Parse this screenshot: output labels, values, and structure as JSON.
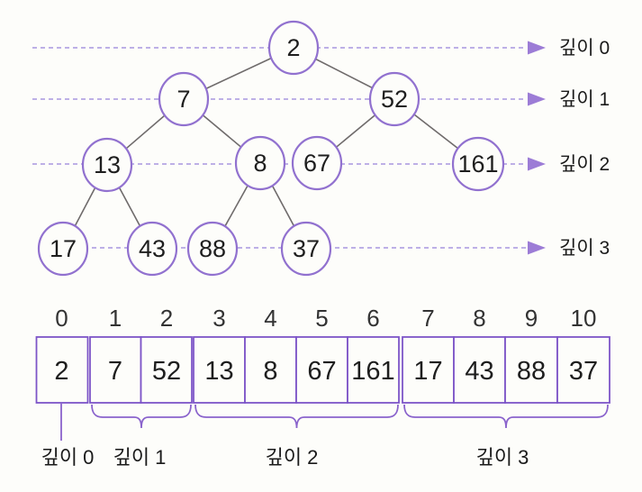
{
  "figure": {
    "description_labels": {
      "depth0": "깊이 0",
      "depth1": "깊이 1",
      "depth2": "깊이 2",
      "depth3": "깊이 3"
    }
  },
  "tree": {
    "nodes": [
      {
        "value": "2",
        "depth": 0
      },
      {
        "value": "7",
        "depth": 1
      },
      {
        "value": "52",
        "depth": 1
      },
      {
        "value": "13",
        "depth": 2
      },
      {
        "value": "8",
        "depth": 2
      },
      {
        "value": "67",
        "depth": 2
      },
      {
        "value": "161",
        "depth": 2
      },
      {
        "value": "17",
        "depth": 3
      },
      {
        "value": "43",
        "depth": 3
      },
      {
        "value": "88",
        "depth": 3
      },
      {
        "value": "37",
        "depth": 3
      }
    ],
    "edges": [
      [
        "2",
        "7"
      ],
      [
        "2",
        "52"
      ],
      [
        "7",
        "13"
      ],
      [
        "7",
        "8"
      ],
      [
        "52",
        "67"
      ],
      [
        "52",
        "161"
      ],
      [
        "13",
        "17"
      ],
      [
        "13",
        "43"
      ],
      [
        "8",
        "88"
      ],
      [
        "8",
        "37"
      ]
    ]
  },
  "depth_markers": [
    {
      "label": "깊이 0"
    },
    {
      "label": "깊이 1"
    },
    {
      "label": "깊이 2"
    },
    {
      "label": "깊이 3"
    }
  ],
  "array": {
    "indices": [
      "0",
      "1",
      "2",
      "3",
      "4",
      "5",
      "6",
      "7",
      "8",
      "9",
      "10"
    ],
    "values": [
      "2",
      "7",
      "52",
      "13",
      "8",
      "67",
      "161",
      "17",
      "43",
      "88",
      "37"
    ],
    "groups": [
      {
        "label": "깊이 0",
        "start": 0,
        "end": 0
      },
      {
        "label": "깊이 1",
        "start": 1,
        "end": 2
      },
      {
        "label": "깊이 2",
        "start": 3,
        "end": 6
      },
      {
        "label": "깊이 3",
        "start": 7,
        "end": 10
      }
    ]
  },
  "colors": {
    "node_stroke": "#9171cf",
    "array_border": "#7d55c8",
    "depth_line": "#b4a5e4",
    "arrow": "#9c7cd6",
    "edge": "#6f6b6b",
    "text": "#1e1e1e",
    "background": "#fdfdfa"
  }
}
